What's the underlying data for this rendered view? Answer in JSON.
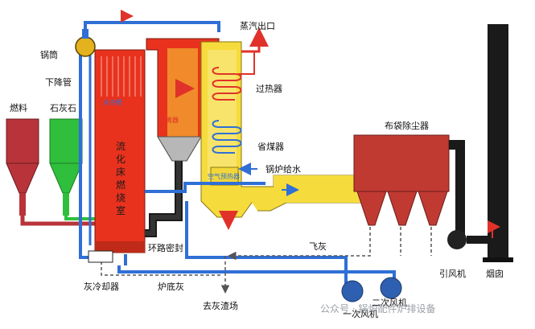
{
  "labels": {
    "drum": "锅筒",
    "downcomer": "下降管",
    "fuel": "燃料",
    "limestone": "石灰石",
    "water_wall": "水冷壁",
    "separator": "分离器",
    "steam_outlet": "蒸汽出口",
    "superheater": "过热器",
    "economizer": "省煤器",
    "air_preheater": "空气预热器",
    "feedwater": "锅炉给水",
    "bag_filter": "布袋除尘器",
    "loop_seal": "环路密封",
    "fly_ash": "飞灰",
    "ash_cooler": "灰冷却器",
    "bottom_ash": "炉底灰",
    "ash_yard": "去灰渣场",
    "primary_fan": "一次风机",
    "secondary_fan": "二次风机",
    "id_fan": "引风机",
    "chimney": "烟囱",
    "furnace_vertical": [
      "流",
      "化",
      "床",
      "燃",
      "烧",
      "室"
    ]
  },
  "watermark": "公众号 · 锅炉配件炉排设备",
  "colors": {
    "furnace": "#e8321e",
    "backpass": "#f5dc3c",
    "water": "#2f6fd6",
    "steam": "#e0322a",
    "fuel_hopper": "#b8343a",
    "limestone_hopper": "#2fbf3c",
    "filter": "#c03a32",
    "chimney": "#1a1a1a",
    "ash_line": "#555555"
  }
}
